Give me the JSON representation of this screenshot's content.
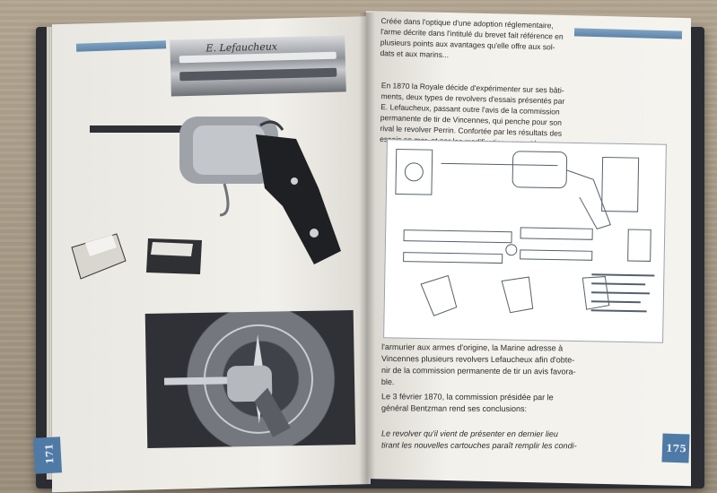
{
  "book": {
    "left_page_number": "171",
    "right_page_number": "175"
  },
  "right_page": {
    "paragraph_1": "Créée dans l'optique d'une adoption réglementaire,\nl'arme décrite dans l'intitulé du brevet fait référence en\nplusieurs points aux avantages qu'elle offre aux sol-\ndats et aux marins...",
    "paragraph_2": "En 1870 la Royale décide d'expérimenter sur ses bâti-\nments, deux types de revolvers d'essais présentés par\nE. Lefaucheux, passant outre l'avis de la commission\npermanente de tir de Vincennes, qui penche pour son\nrival le revolver Perrin. Confortée par les résultats des\nessais en mer, et par les modifications apportées par",
    "paragraph_3": "l'armurier aux armes d'origine, la Marine adresse à\nVincennes plusieurs revolvers Lefaucheux afin d'obte-\nnir de la commission permanente de tir un avis favora-\nble.",
    "paragraph_4": "Le 3 février 1870, la commission présidée par le\ngénéral Bentzman rend ses conclusions:",
    "paragraph_5": "Le revolver qu'il vient de présenter en dernier lieu\ntirant les nouvelles cartouches paraît remplir les condi-"
  },
  "left_page": {
    "engraving_text": "E. Lefaucheux"
  },
  "colors": {
    "banner": "#5e84a8",
    "page_number_tab": "#4f7aa6",
    "cover": "#2b2d33"
  }
}
